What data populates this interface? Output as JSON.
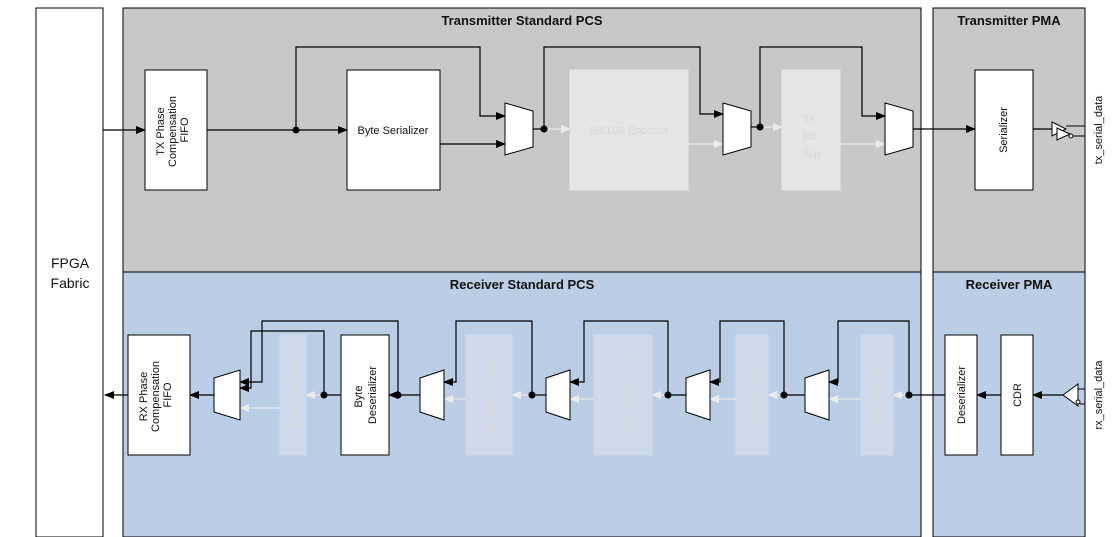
{
  "fabric": {
    "line1": "FPGA",
    "line2": "Fabric"
  },
  "sections": {
    "tx_pcs": "Transmitter Standard PCS",
    "tx_pma": "Transmitter PMA",
    "rx_pcs": "Receiver Standard PCS",
    "rx_pma": "Receiver PMA"
  },
  "tx_blocks": {
    "phase_fifo": [
      "TX Phase",
      "Compensation",
      "FIFO"
    ],
    "byte_serializer": "Byte Serializer",
    "encoder": "8B/10B Encoder",
    "bit_slip": [
      "TX",
      "Bit",
      "Slip"
    ],
    "serializer": "Serializer"
  },
  "rx_blocks": {
    "phase_fifo": [
      "RX Phase",
      "Compensation",
      "FIFO"
    ],
    "byte_ordering": "Byte Ordering",
    "byte_deserializer": [
      "Byte",
      "Deserializer"
    ],
    "decoder": "8B/10B Decoder",
    "rate_match": "Rate Match FIFO",
    "deskew": "Deskew FIFO",
    "word_aligner": "Word Aligner",
    "deserializer": "Deserializer",
    "cdr": "CDR"
  },
  "pins": {
    "tx": "tx_serial_data",
    "rx": "rx_serial_data"
  },
  "colors": {
    "tx_bg": "#c8c8c8",
    "rx_bg": "#bccde6",
    "block": "#ffffff",
    "dim_block_tx": "#e6e6e6",
    "dim_block_rx": "#cfdaec",
    "line": "#000000",
    "dim_line": "#e9e9e9"
  }
}
